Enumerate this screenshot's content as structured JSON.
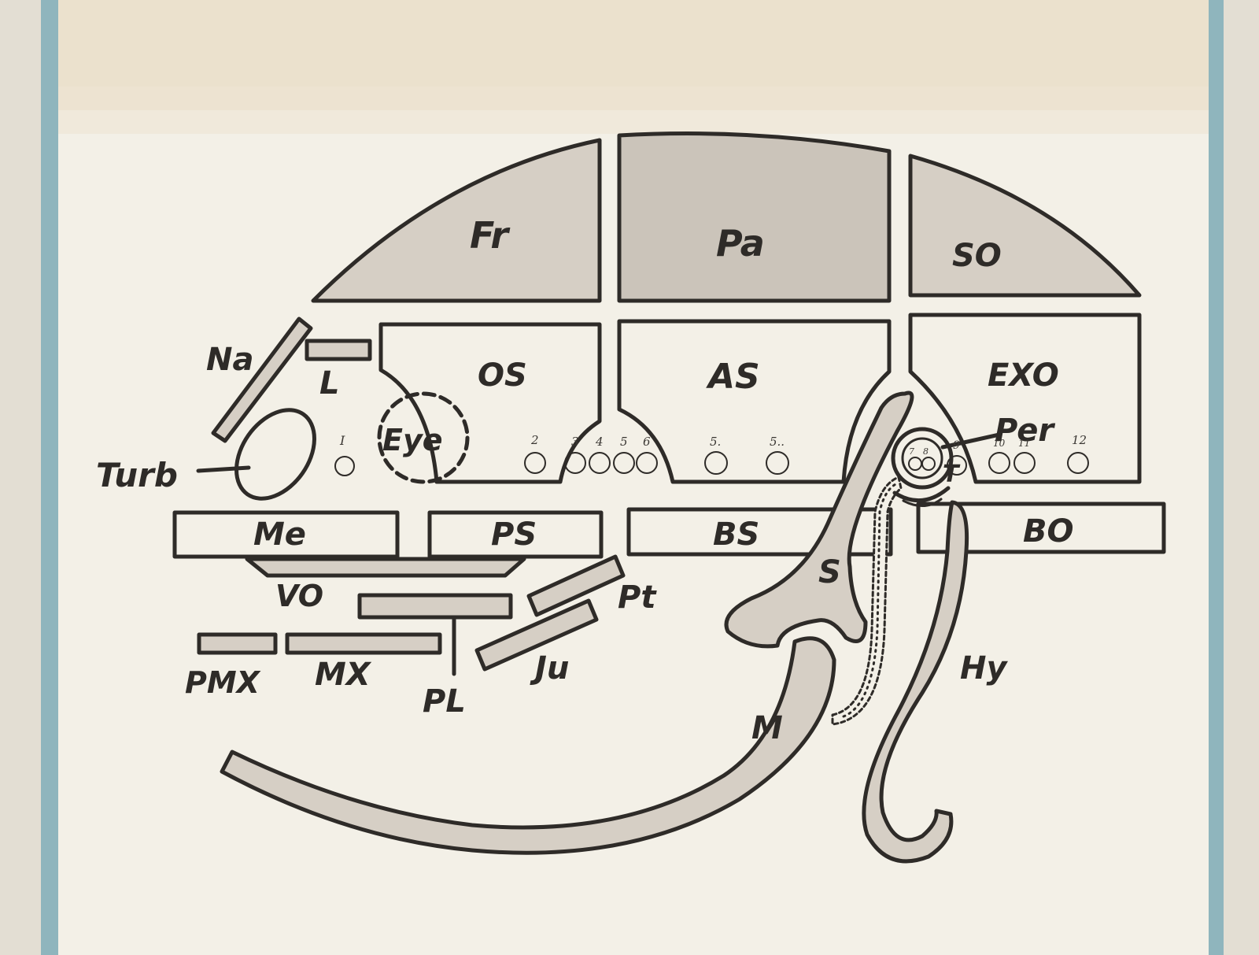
{
  "diagram": {
    "labels": {
      "fr": "Fr",
      "pa": "Pa",
      "so": "SO",
      "os": "OS",
      "as": "AS",
      "exo": "EXO",
      "na": "Na",
      "l": "L",
      "eye": "Eye",
      "turb": "Turb",
      "per": "Per",
      "t": "T",
      "me": "Me",
      "ps": "PS",
      "bs": "BS",
      "bo": "BO",
      "vo": "VO",
      "pt": "Pt",
      "ju": "Ju",
      "pl": "PL",
      "pmx": "PMX",
      "mx": "MX",
      "s": "S",
      "m": "M",
      "hy": "Hy"
    },
    "foramina": [
      {
        "label": "I"
      },
      {
        "label": "2"
      },
      {
        "label": "3"
      },
      {
        "label": "4"
      },
      {
        "label": "5"
      },
      {
        "label": "6"
      },
      {
        "label": "5."
      },
      {
        "label": "5.."
      },
      {
        "label": "7"
      },
      {
        "label": "8"
      },
      {
        "label": "9"
      },
      {
        "label": "10"
      },
      {
        "label": "11"
      },
      {
        "label": "12"
      }
    ],
    "colors": {
      "paper": "#f3f0e7",
      "ink": "#2e2b28",
      "wash": "#d6cfc5",
      "wash_dark": "#cbc4ba",
      "roller": "#8fb5bd"
    }
  }
}
